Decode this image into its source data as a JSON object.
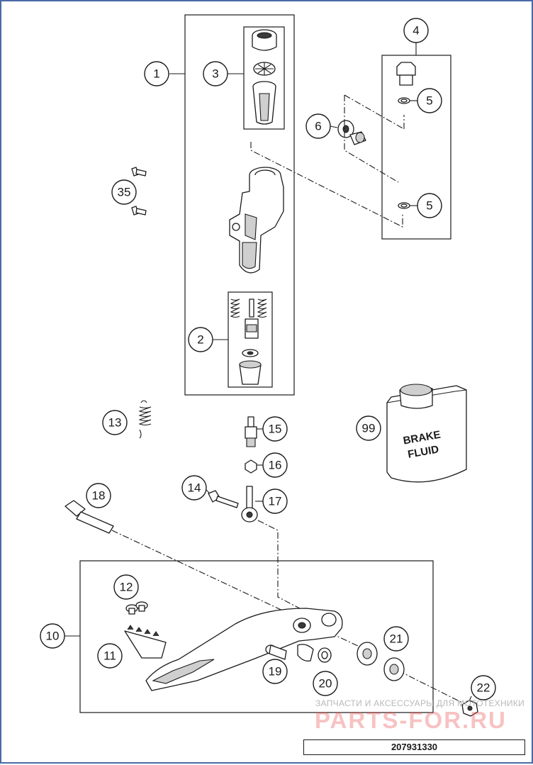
{
  "callouts": {
    "c1": "1",
    "c2": "2",
    "c3": "3",
    "c4": "4",
    "c5a": "5",
    "c5b": "5",
    "c6": "6",
    "c10": "10",
    "c11": "11",
    "c12": "12",
    "c13": "13",
    "c14": "14",
    "c15": "15",
    "c16": "16",
    "c17": "17",
    "c18": "18",
    "c19": "19",
    "c20": "20",
    "c21": "21",
    "c22": "22",
    "c35": "35",
    "c99": "99"
  },
  "brake_fluid_label": {
    "line1": "BRAKE",
    "line2": "FLUID"
  },
  "watermark": {
    "caption": "ЗАПЧАСТИ И АКСЕССУАРЫ ДЛЯ МОТОТЕХНИКИ",
    "logo": "PARTS-FOR.RU"
  },
  "diagram_code": "207931330",
  "colors": {
    "frame": "#4a6aa8",
    "line": "#1a1a1a",
    "watermark_red": "#e85050"
  }
}
